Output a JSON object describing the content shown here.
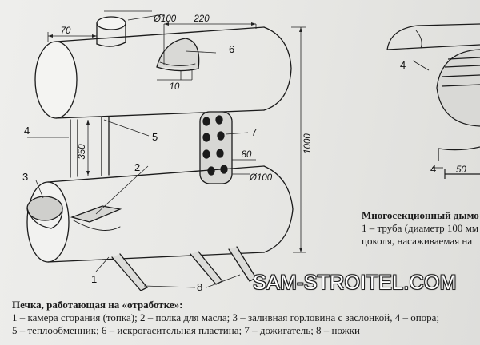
{
  "drawing": {
    "dimensions": {
      "pipe_diameter_top": "Ø100",
      "offset_70": "70",
      "length_220": "220",
      "gap_10": "10",
      "height_350": "350",
      "height_1000": "1000",
      "width_80": "80",
      "pipe_diameter_mid": "Ø100",
      "right_4": "4",
      "right_50": "50"
    },
    "callouts": [
      "1",
      "2",
      "3",
      "4",
      "5",
      "6",
      "7",
      "8"
    ],
    "right_callout_4": "4"
  },
  "caption": {
    "title": "Печка, работающая на «отработке»:",
    "line1": "1 – камера сгорания (топка); 2 – полка для масла; 3 – заливная горловина с заслонкой, 4 – опора;",
    "line2": "5 – теплообменник; 6 – искрогасительная пластина; 7 – дожигатель; 8 – ножки"
  },
  "right_text": {
    "title": "Многосекционный дымо",
    "line1": "1 – труба (диаметр 100 мм",
    "line2": "цоколя, насаживаемая на"
  },
  "watermark": "SAM-STROITEL.COM"
}
